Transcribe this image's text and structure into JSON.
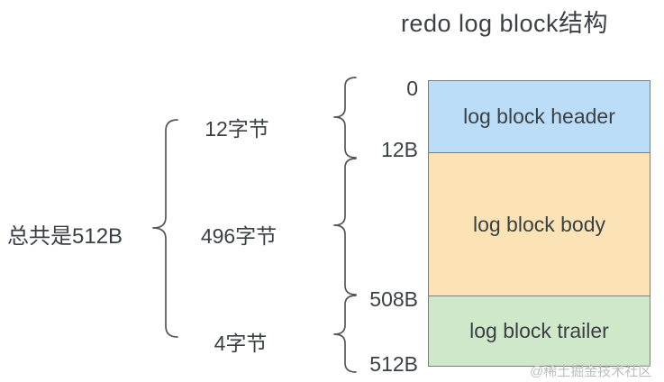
{
  "title": "redo log block结构",
  "total": {
    "label": "总共是512B"
  },
  "sizes": {
    "header": "12字节",
    "body": "496字节",
    "trailer": "4字节"
  },
  "offsets": {
    "start": "0",
    "header_end": "12B",
    "body_end": "508B",
    "block_end": "512B"
  },
  "blocks": {
    "header": {
      "label": "log block header",
      "color": "#bcddf8"
    },
    "body": {
      "label": "log block body",
      "color": "#fce3b6"
    },
    "trailer": {
      "label": "log block trailer",
      "color": "#cfe8ca"
    }
  },
  "watermark": "@稀土掘金技术社区",
  "colors": {
    "text": "#3b4045",
    "brace": "#54575c",
    "block_border": "#7d7d7d",
    "watermark": "#bcbec0",
    "background": "#ffffff"
  }
}
